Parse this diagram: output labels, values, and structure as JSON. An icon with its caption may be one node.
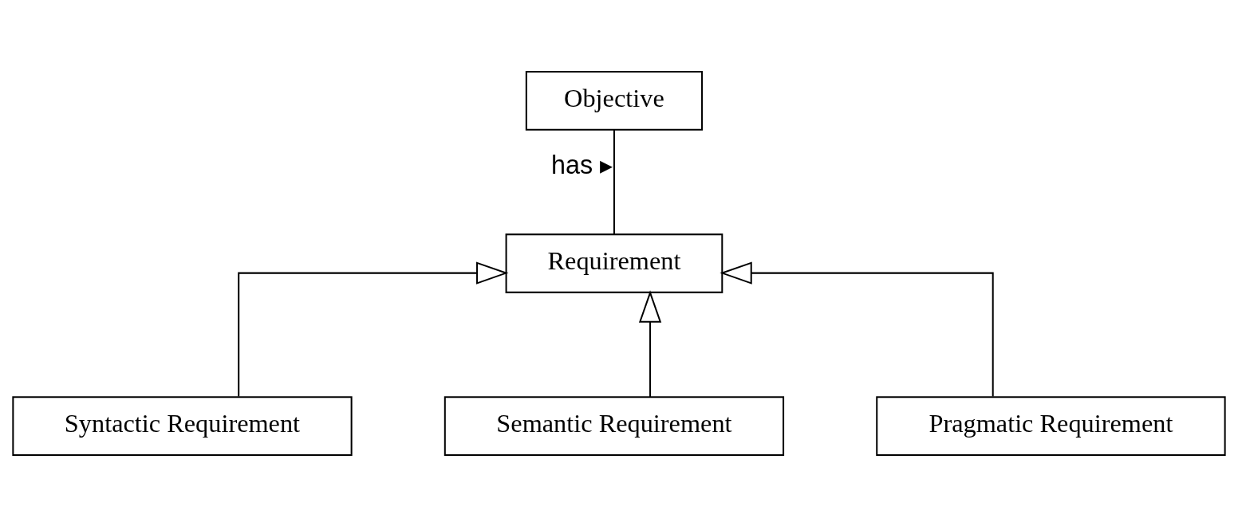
{
  "diagram": {
    "nodes": [
      {
        "text": [
          "Objective"
        ]
      },
      {
        "text": [
          "Requirement"
        ]
      },
      {
        "text": [
          "Syntactic Requirement"
        ]
      },
      {
        "text": [
          "Semantic Requirement"
        ]
      },
      {
        "text": [
          "Pragmatic Requirement"
        ]
      }
    ],
    "edges": [
      {
        "from": 0,
        "to": 1,
        "arrow": "none",
        "label": "has ▸"
      },
      {
        "from": 2,
        "to": 1,
        "arrow": "to"
      },
      {
        "from": 3,
        "to": 1,
        "arrow": "to"
      },
      {
        "from": 4,
        "to": 1,
        "arrow": "to"
      }
    ]
  }
}
